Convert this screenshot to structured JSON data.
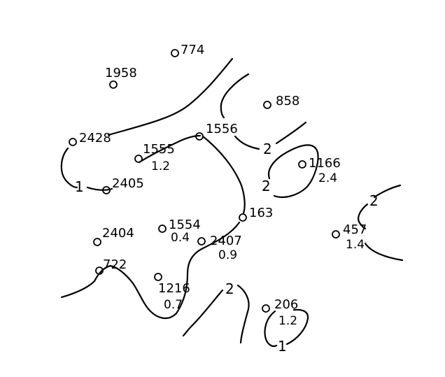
{
  "map": {
    "stations": [
      {
        "id": "774"
      },
      {
        "id": "1958"
      },
      {
        "id": "858"
      },
      {
        "id": "2428"
      },
      {
        "id": "1556"
      },
      {
        "id": "1555",
        "value": "1.2"
      },
      {
        "id": "1166",
        "value": "2.4"
      },
      {
        "id": "2405"
      },
      {
        "id": "163"
      },
      {
        "id": "2404"
      },
      {
        "id": "1554",
        "value": "0.4"
      },
      {
        "id": "2407",
        "value": "0.9"
      },
      {
        "id": "457",
        "value": "1.4"
      },
      {
        "id": "722"
      },
      {
        "id": "1216",
        "value": "0.7"
      },
      {
        "id": "206",
        "value": "1.2"
      }
    ],
    "contour_labels": [
      "1",
      "2",
      "2",
      "2",
      "2",
      "1"
    ]
  }
}
